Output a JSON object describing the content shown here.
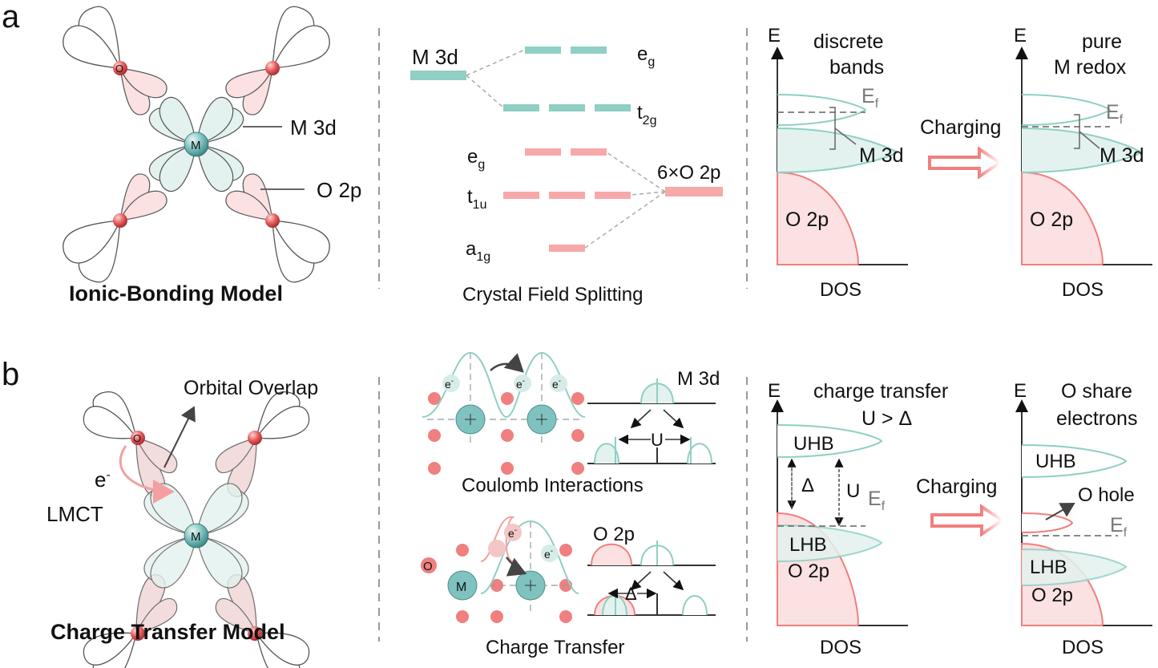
{
  "colors": {
    "teal": "#8fcfc4",
    "teal_line": "#6bb8ac",
    "red": "#f07f7f",
    "red_fill": "#fbe1e1",
    "teal_fill": "#e3f2ef",
    "atom_red": "#e85c5c",
    "atom_teal": "#7fc2c0"
  },
  "panel_a": {
    "label": "a",
    "model": {
      "title": "Ionic-Bonding Model",
      "m_label": "M",
      "o_label": "O",
      "m3d": "M 3d",
      "o2p": "O 2p"
    },
    "splitting": {
      "caption": "Crystal Field Splitting",
      "m3d": "M 3d",
      "eg_top": "e",
      "eg_top_sub": "g",
      "t2g": "t",
      "t2g_sub": "2g",
      "eg_low": "e",
      "eg_low_sub": "g",
      "t1u": "t",
      "t1u_sub": "1u",
      "a1g": "a",
      "a1g_sub": "1g",
      "o2p": "6×O 2p"
    },
    "dos_left": {
      "e_axis": "E",
      "title_1": "discrete",
      "title_2": "bands",
      "ef": "E",
      "ef_sub": "f",
      "m3d": "M 3d",
      "o2p": "O 2p",
      "dos": "DOS"
    },
    "charging": "Charging",
    "dos_right": {
      "e_axis": "E",
      "title_1": "pure",
      "title_2": "M redox",
      "ef": "E",
      "ef_sub": "f",
      "m3d": "M 3d",
      "o2p": "O 2p",
      "dos": "DOS"
    }
  },
  "panel_b": {
    "label": "b",
    "model": {
      "title": "Charge Transfer Model",
      "overlap": "Orbital Overlap",
      "e": "e",
      "e_sup": "-",
      "lmct": "LMCT",
      "m_label": "M",
      "o_label": "O"
    },
    "coulomb": {
      "caption": "Coulomb Interactions",
      "m3d": "M 3d",
      "u": "U",
      "e": "e",
      "e_sup": "-"
    },
    "transfer": {
      "caption": "Charge Transfer",
      "o2p": "O 2p",
      "delta": "Δ",
      "o": "O",
      "m": "M",
      "e": "e",
      "e_sup": "-"
    },
    "dos_left": {
      "e_axis": "E",
      "title_1": "charge transfer",
      "title_2": "U > Δ",
      "uhb": "UHB",
      "lhb": "LHB",
      "o2p": "O 2p",
      "delta": "Δ",
      "u": "U",
      "ef": "E",
      "ef_sub": "f",
      "dos": "DOS"
    },
    "charging": "Charging",
    "dos_right": {
      "e_axis": "E",
      "title_1": "O share",
      "title_2": "electrons",
      "uhb": "UHB",
      "o_hole": "O hole",
      "lhb": "LHB",
      "o2p": "O 2p",
      "ef": "E",
      "ef_sub": "f",
      "dos": "DOS"
    }
  }
}
